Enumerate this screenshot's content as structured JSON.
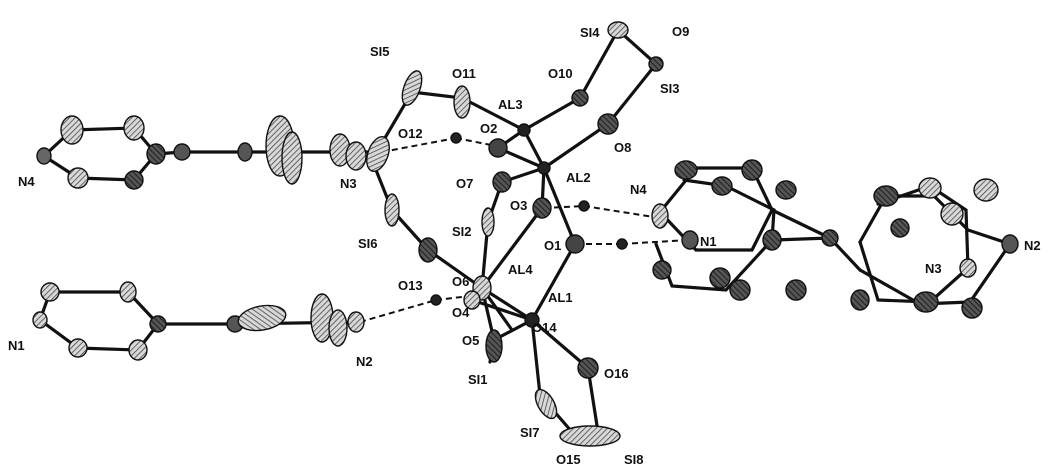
{
  "figure": {
    "labels": {
      "si5": "SI5",
      "o11": "O11",
      "si4": "SI4",
      "o9": "O9",
      "o10": "O10",
      "si3": "SI3",
      "al3": "AL3",
      "o12": "O12",
      "o2": "O2",
      "o8": "O8",
      "n4_left": "N4",
      "n3_left": "N3",
      "o7": "O7",
      "al2": "AL2",
      "n4_right": "N4",
      "o3": "O3",
      "si2": "SI2",
      "si6": "SI6",
      "o1": "O1",
      "n1_right": "N1",
      "al4": "AL4",
      "n2_right": "N2",
      "n3_right": "N3",
      "o13": "O13",
      "o6": "O6",
      "al1": "AL1",
      "o4": "O4",
      "n1_left": "N1",
      "o14": "O14",
      "o5": "O5",
      "n2_left": "N2",
      "si1": "SI1",
      "o16": "O16",
      "si7": "SI7",
      "o15": "O15",
      "si8": "SI8"
    },
    "colors": {
      "ink": "#111111",
      "atom_fill": "#666666",
      "light_fill": "#d8d8d8",
      "background": "#ffffff"
    }
  }
}
